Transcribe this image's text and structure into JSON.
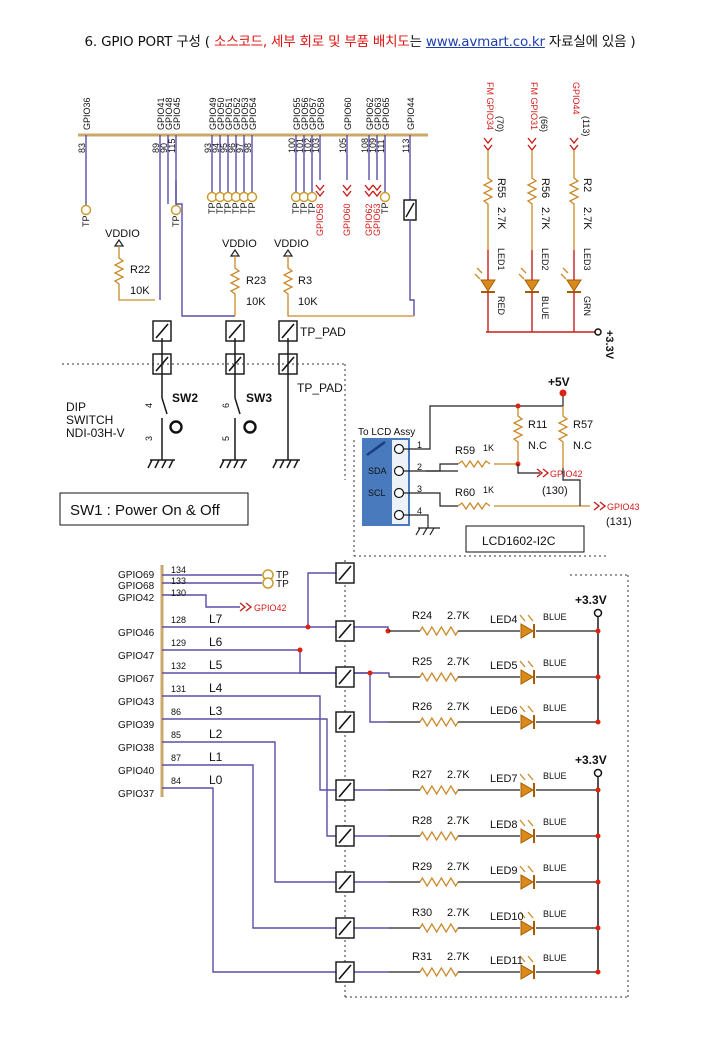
{
  "header": {
    "prefix": "6. GPIO PORT 구성",
    "open": " ( ",
    "red_text": "소스코드, 세부 회로 및 부품 배치도",
    "mid": "는 ",
    "link": "www.avmart.co.kr",
    "suffix": "  자료실에 있음 )"
  },
  "top_bus": {
    "signals": [
      "GPIO36",
      "GPIO41",
      "GPIO48",
      "GPIO45",
      "GPIO49",
      "GPIO50",
      "GPIO51",
      "GPIO52",
      "GPIO53",
      "GPIO54",
      "GPIO55",
      "GPIO56",
      "GPIO57",
      "GPIO58",
      "GPIO60",
      "GPIO62",
      "GPIO63",
      "GPIO65",
      "GPIO44"
    ],
    "pins": [
      "83",
      "89",
      "90",
      "115",
      "93",
      "94",
      "95",
      "96",
      "97",
      "98",
      "100",
      "101",
      "102",
      "103",
      "105",
      "108",
      "109",
      "111",
      "113"
    ],
    "tp": "TP",
    "red_tags": [
      "GPIO58",
      "GPIO60",
      "GPIO62",
      "GPIO63"
    ]
  },
  "power_net": {
    "vddio": "VDDIO",
    "r22": "R22",
    "r22_val": "10K",
    "r23": "R23",
    "r23_val": "10K",
    "r3": "R3",
    "r3_val": "10K",
    "tp_pad": "TP_PAD",
    "tp_pad2": "TP_PAD"
  },
  "dip": {
    "title_lines": [
      "DIP",
      "SWITCH",
      "NDI-03H-V"
    ],
    "sw2": "SW2",
    "sw3": "SW3",
    "pins": [
      "4",
      "3",
      "6",
      "5"
    ]
  },
  "sw1_note": "SW1 : Power On & Off",
  "leds_top": {
    "nets": [
      "FM GPIO34",
      "FM GPIO31",
      "GPIO44"
    ],
    "pins": [
      "(70)",
      "(66)",
      "(113)"
    ],
    "resistors": [
      "R55",
      "R56",
      "R2"
    ],
    "values": [
      "2.7K",
      "2.7K",
      "2.7K"
    ],
    "leds": [
      "LED1",
      "LED2",
      "LED3"
    ],
    "colors": [
      "RED",
      "BLUE",
      "GRN"
    ],
    "supply": "+3.3V"
  },
  "lcd": {
    "connector": "To LCD Assy",
    "pins": [
      "1",
      "2",
      "3",
      "4"
    ],
    "sda": "SDA",
    "scl": "SCL",
    "supply": "+5V",
    "r11": "R11",
    "r11_val": "N.C",
    "r57": "R57",
    "r57_val": "N.C",
    "r59": "R59",
    "r59_val": "1K",
    "r60": "R60",
    "r60_val": "1K",
    "gpio42": "GPIO42",
    "gpio42_pin": "(130)",
    "gpio43": "GPIO43",
    "gpio43_pin": "(131)",
    "label": "LCD1602-I2C"
  },
  "bottom": {
    "signals": [
      "GPIO69",
      "GPIO68",
      "GPIO42",
      "GPIO46",
      "GPIO47",
      "GPIO67",
      "GPIO43",
      "GPIO39",
      "GPIO38",
      "GPIO40",
      "GPIO37"
    ],
    "pins": [
      "134",
      "133",
      "130",
      "128",
      "129",
      "132",
      "131",
      "86",
      "85",
      "87",
      "84"
    ],
    "lines": [
      "L7",
      "L6",
      "L5",
      "L4",
      "L3",
      "L2",
      "L1",
      "L0"
    ],
    "tp": "TP",
    "gpio42_tag": "GPIO42",
    "supply": "+3.3V",
    "resistors": [
      "R24",
      "R25",
      "R26",
      "R27",
      "R28",
      "R29",
      "R30",
      "R31"
    ],
    "value": "2.7K",
    "leds": [
      "LED4",
      "LED5",
      "LED6",
      "LED7",
      "LED8",
      "LED9",
      "LED10",
      "LED11"
    ],
    "color": "BLUE"
  }
}
